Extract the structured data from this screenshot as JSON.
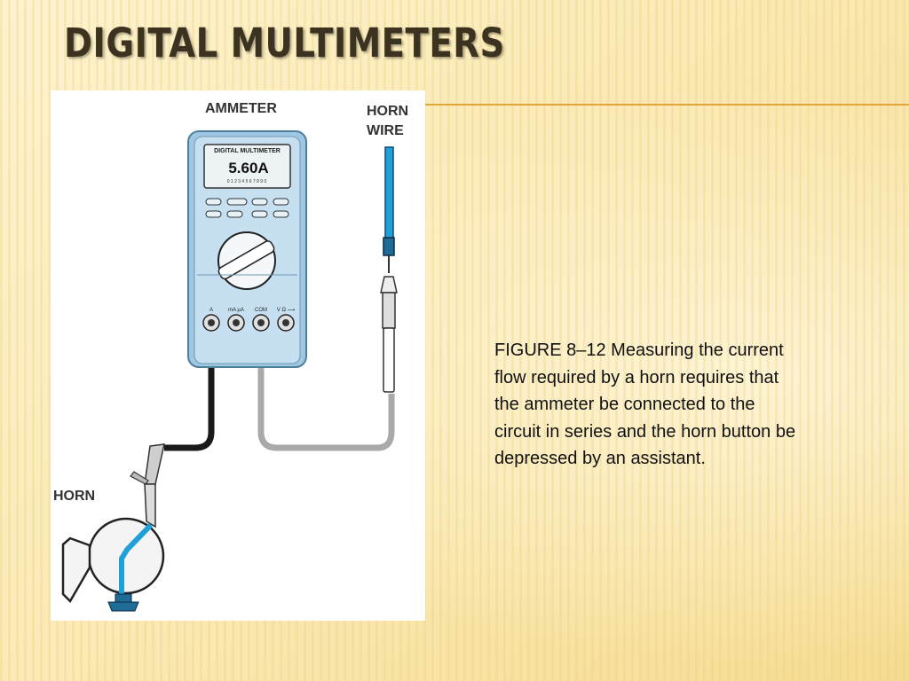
{
  "slide": {
    "title": "DIGITAL MULTIMETERS",
    "accent_color": "#e3a43c"
  },
  "figure": {
    "labels": {
      "ammeter": "AMMETER",
      "horn_wire_1": "HORN",
      "horn_wire_2": "WIRE",
      "horn": "HORN"
    },
    "meter": {
      "brand": "DIGITAL MULTIMETER",
      "reading": "5.60A",
      "scale": "0 1 2 3 4 5 6 7 8 9 0",
      "jacks": [
        "A",
        "mA µA",
        "COM",
        "V Ω ⟶"
      ]
    }
  },
  "caption": {
    "figure_ref": "FIGURE 8–12",
    "text": " Measuring the current flow required by a horn requires that the ammeter be connected to the circuit in series and the horn button be depressed by an assistant."
  }
}
